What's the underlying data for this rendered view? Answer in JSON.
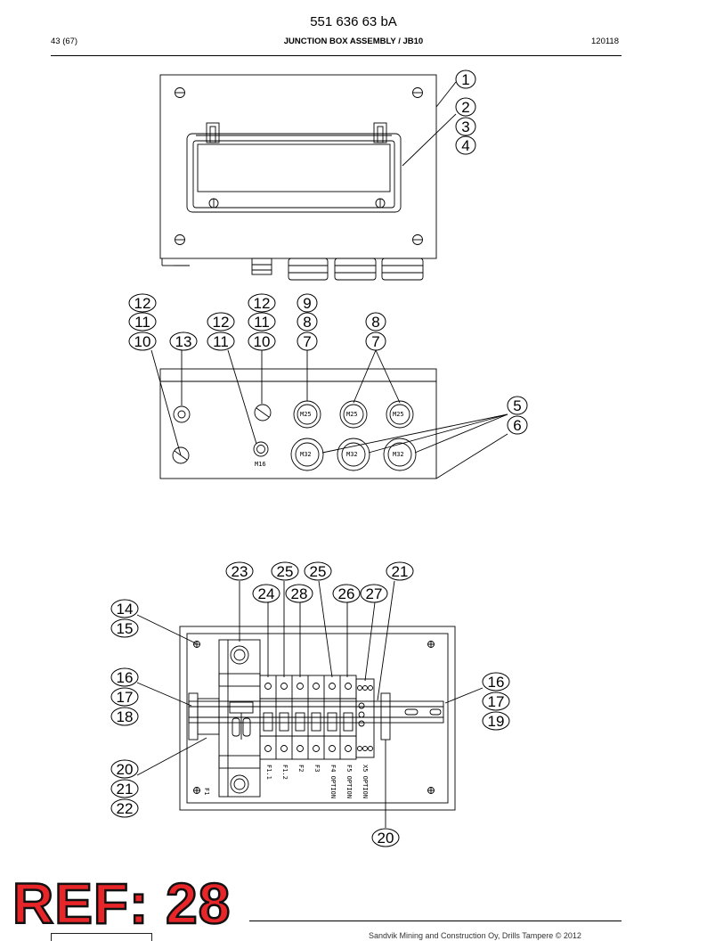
{
  "header": {
    "document_number": "551 636 63 bA",
    "page": "43 (67)",
    "title": "JUNCTION BOX ASSEMBLY / JB10",
    "date_code": "120118"
  },
  "ref_stamp": "REF: 28",
  "footer": {
    "copyright": "Sandvik Mining and Construction Oy, Drills Tampere © 2012"
  },
  "views": {
    "top": {
      "callouts": [
        "1",
        "2",
        "3",
        "4"
      ]
    },
    "bottom": {
      "callouts": [
        "12",
        "11",
        "10",
        "13",
        "12",
        "11",
        "12",
        "11",
        "10",
        "9",
        "8",
        "7",
        "8",
        "7",
        "5",
        "6"
      ],
      "gland_labels": {
        "m25": "M25",
        "m32": "M32",
        "m16": "M16"
      }
    },
    "inside": {
      "callouts": [
        "23",
        "25",
        "25",
        "21",
        "24",
        "28",
        "26",
        "27",
        "14",
        "15",
        "16",
        "17",
        "18",
        "16",
        "17",
        "19",
        "20",
        "21",
        "22",
        "20"
      ],
      "component_labels": [
        "F1",
        "F1.1",
        "F1.2",
        "F2",
        "F3",
        "F4 OPTION",
        "F5 OPTION",
        "X5 OPTION"
      ]
    }
  }
}
